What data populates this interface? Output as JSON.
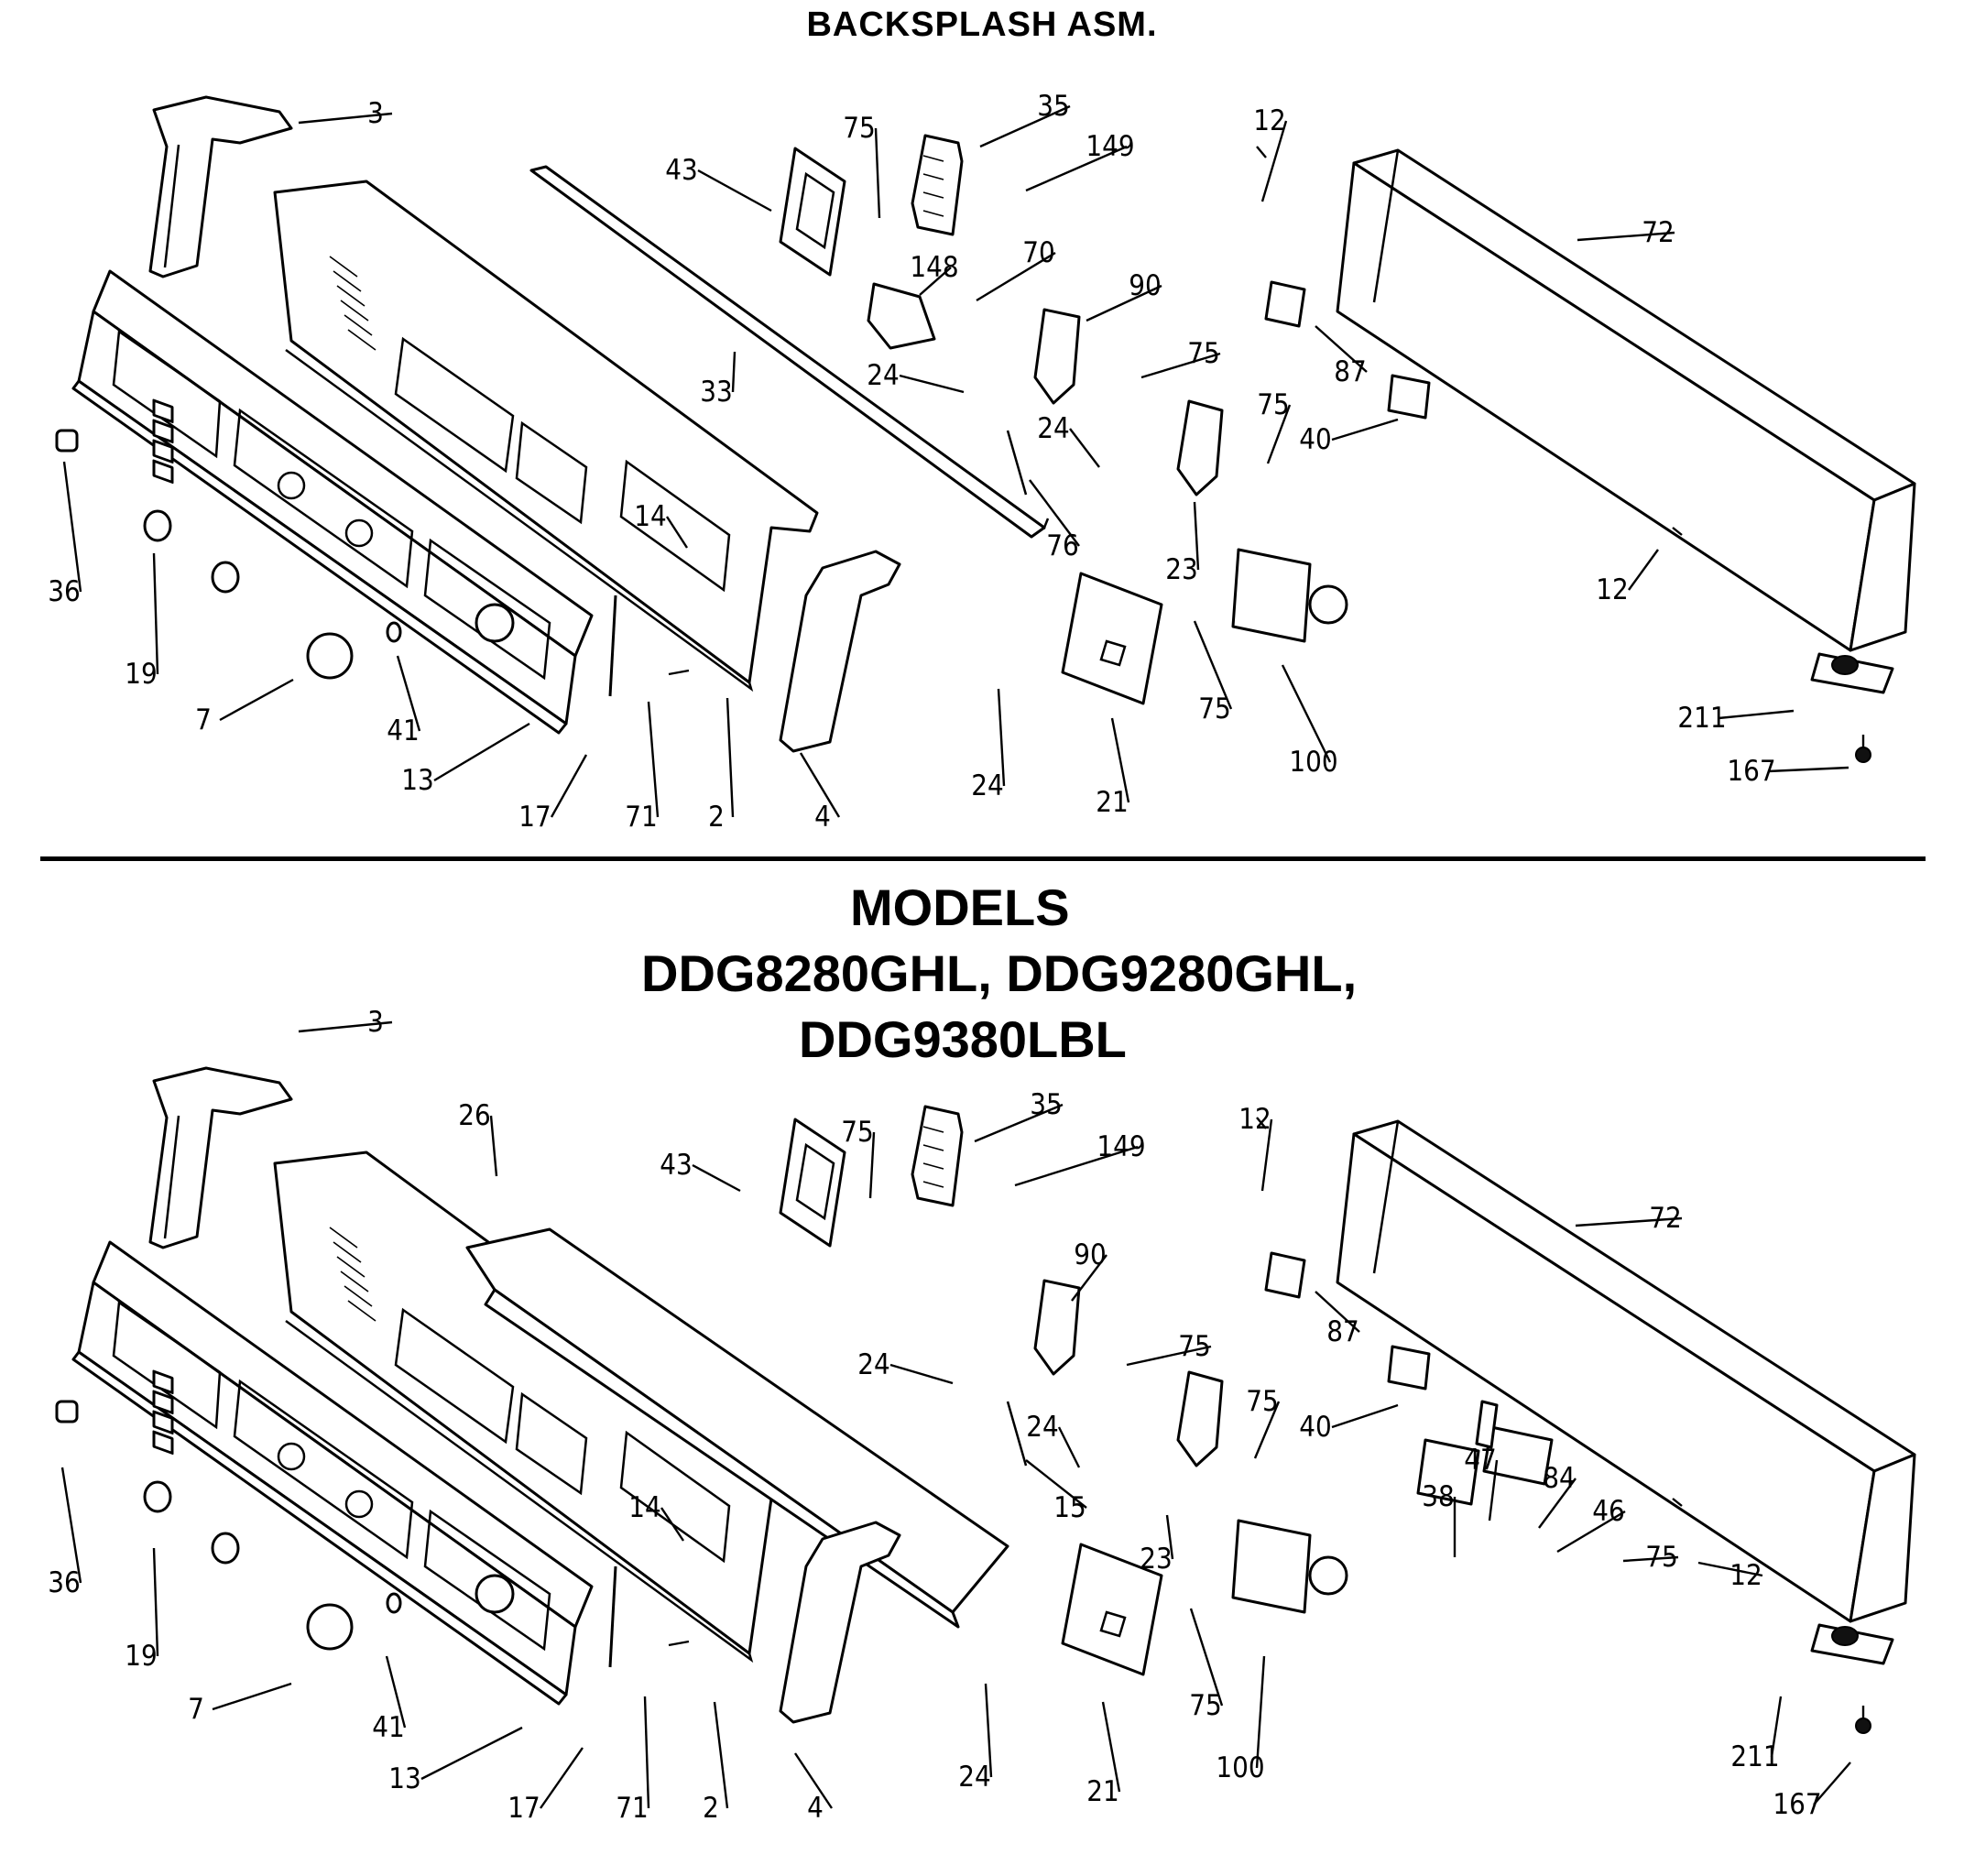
{
  "header": {
    "assembly_title": "BACKSPLASH ASM.",
    "models_label": "MODELS",
    "model_line_1": "DDG8280GHL, DDG9280GHL,",
    "model_line_2": "DDG9380LBL"
  },
  "diagram_top": {
    "callouts": [
      "3",
      "43",
      "75",
      "35",
      "149",
      "12",
      "72",
      "148",
      "70",
      "90",
      "33",
      "24",
      "87",
      "75",
      "24",
      "75",
      "40",
      "76",
      "14",
      "23",
      "36",
      "19",
      "12",
      "7",
      "41",
      "75",
      "13",
      "17",
      "71",
      "2",
      "4",
      "24",
      "21",
      "100",
      "211",
      "167"
    ]
  },
  "diagram_bottom": {
    "callouts": [
      "3",
      "26",
      "75",
      "35",
      "149",
      "12",
      "43",
      "72",
      "90",
      "24",
      "75",
      "87",
      "24",
      "75",
      "40",
      "15",
      "47",
      "84",
      "14",
      "38",
      "46",
      "75",
      "23",
      "36",
      "12",
      "19",
      "7",
      "41",
      "75",
      "13",
      "17",
      "71",
      "2",
      "4",
      "24",
      "21",
      "100",
      "211",
      "167"
    ]
  }
}
